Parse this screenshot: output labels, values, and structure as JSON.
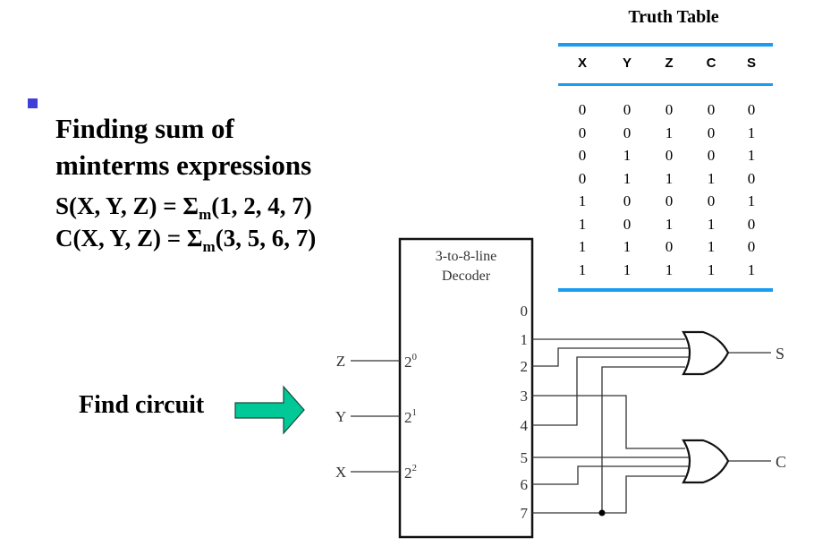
{
  "slide": {
    "bullet_heading_line1": "Finding sum of",
    "bullet_heading_line2": "minterms expressions",
    "equation_s": {
      "lhs": "S(X, Y, Z) = Σ",
      "sub": "m",
      "rhs": "(1, 2, 4, 7)"
    },
    "equation_c": {
      "lhs": "C(X, Y, Z) = Σ",
      "sub": "m",
      "rhs": "(3, 5, 6, 7)"
    },
    "find_label": "Find circuit",
    "arrow_color": "#00c896",
    "bullet_color": "#3f3fd8",
    "accent_rule_color": "#1a9cf0"
  },
  "truth_table": {
    "title": "Truth Table",
    "headers": [
      "X",
      "Y",
      "Z",
      "C",
      "S"
    ],
    "rows": [
      [
        "0",
        "0",
        "0",
        "0",
        "0"
      ],
      [
        "0",
        "0",
        "1",
        "0",
        "1"
      ],
      [
        "0",
        "1",
        "0",
        "0",
        "1"
      ],
      [
        "0",
        "1",
        "1",
        "1",
        "0"
      ],
      [
        "1",
        "0",
        "0",
        "0",
        "1"
      ],
      [
        "1",
        "0",
        "1",
        "1",
        "0"
      ],
      [
        "1",
        "1",
        "0",
        "1",
        "0"
      ],
      [
        "1",
        "1",
        "1",
        "1",
        "1"
      ]
    ]
  },
  "decoder": {
    "title_line1": "3-to-8-line",
    "title_line2": "Decoder",
    "inputs": [
      {
        "signal": "Z",
        "weight_base": "2",
        "weight_exp": "0"
      },
      {
        "signal": "Y",
        "weight_base": "2",
        "weight_exp": "1"
      },
      {
        "signal": "X",
        "weight_base": "2",
        "weight_exp": "2"
      }
    ],
    "outputs": [
      "0",
      "1",
      "2",
      "3",
      "4",
      "5",
      "6",
      "7"
    ]
  },
  "gates": [
    {
      "type": "OR",
      "output": "S",
      "inputs": [
        1,
        2,
        4,
        7
      ]
    },
    {
      "type": "OR",
      "output": "C",
      "inputs": [
        3,
        5,
        6,
        7
      ]
    }
  ]
}
